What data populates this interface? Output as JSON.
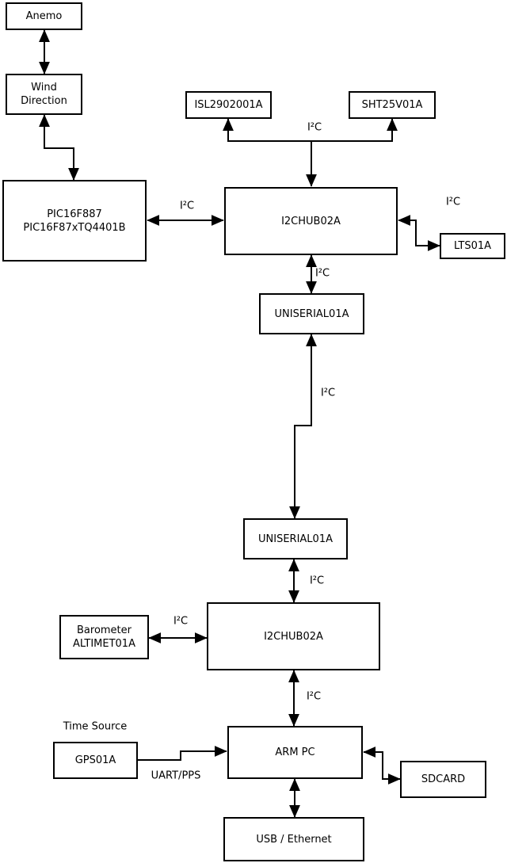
{
  "diagram": {
    "colors": {
      "line": "#000000",
      "box_fill": "#ffffff",
      "background": "#ffffff"
    },
    "nodes": {
      "anemo": {
        "label": "Anemo"
      },
      "wind_direction": {
        "label": "Wind\nDirection"
      },
      "pic": {
        "label": "PIC16F887\nPIC16F87xTQ4401B"
      },
      "isl2902001a": {
        "label": "ISL2902001A"
      },
      "sht25v01a": {
        "label": "SHT25V01A"
      },
      "i2chub_upper": {
        "label": "I2CHUB02A"
      },
      "lts01a": {
        "label": "LTS01A"
      },
      "uniserial_upper": {
        "label": "UNISERIAL01A"
      },
      "uniserial_lower": {
        "label": "UNISERIAL01A"
      },
      "barometer": {
        "label": "Barometer\nALTIMET01A"
      },
      "i2chub_lower": {
        "label": "I2CHUB02A"
      },
      "gps01a": {
        "label": "GPS01A"
      },
      "arm_pc": {
        "label": "ARM PC"
      },
      "sdcard": {
        "label": "SDCARD"
      },
      "usb_ethernet": {
        "label": "USB / Ethernet"
      }
    },
    "edge_labels": {
      "i2c_sensor_bus": "I²C",
      "i2c_pic_hub": "I²C",
      "i2c_hub_lts": "I²C",
      "i2c_hub_uniserial": "I²C",
      "i2c_uniserial_link": "I²C",
      "i2c_uniserial_hub2": "I²C",
      "i2c_barometer_hub2": "I²C",
      "i2c_hub2_armpc": "I²C",
      "time_source": "Time Source",
      "uart_pps": "UART/PPS"
    }
  }
}
